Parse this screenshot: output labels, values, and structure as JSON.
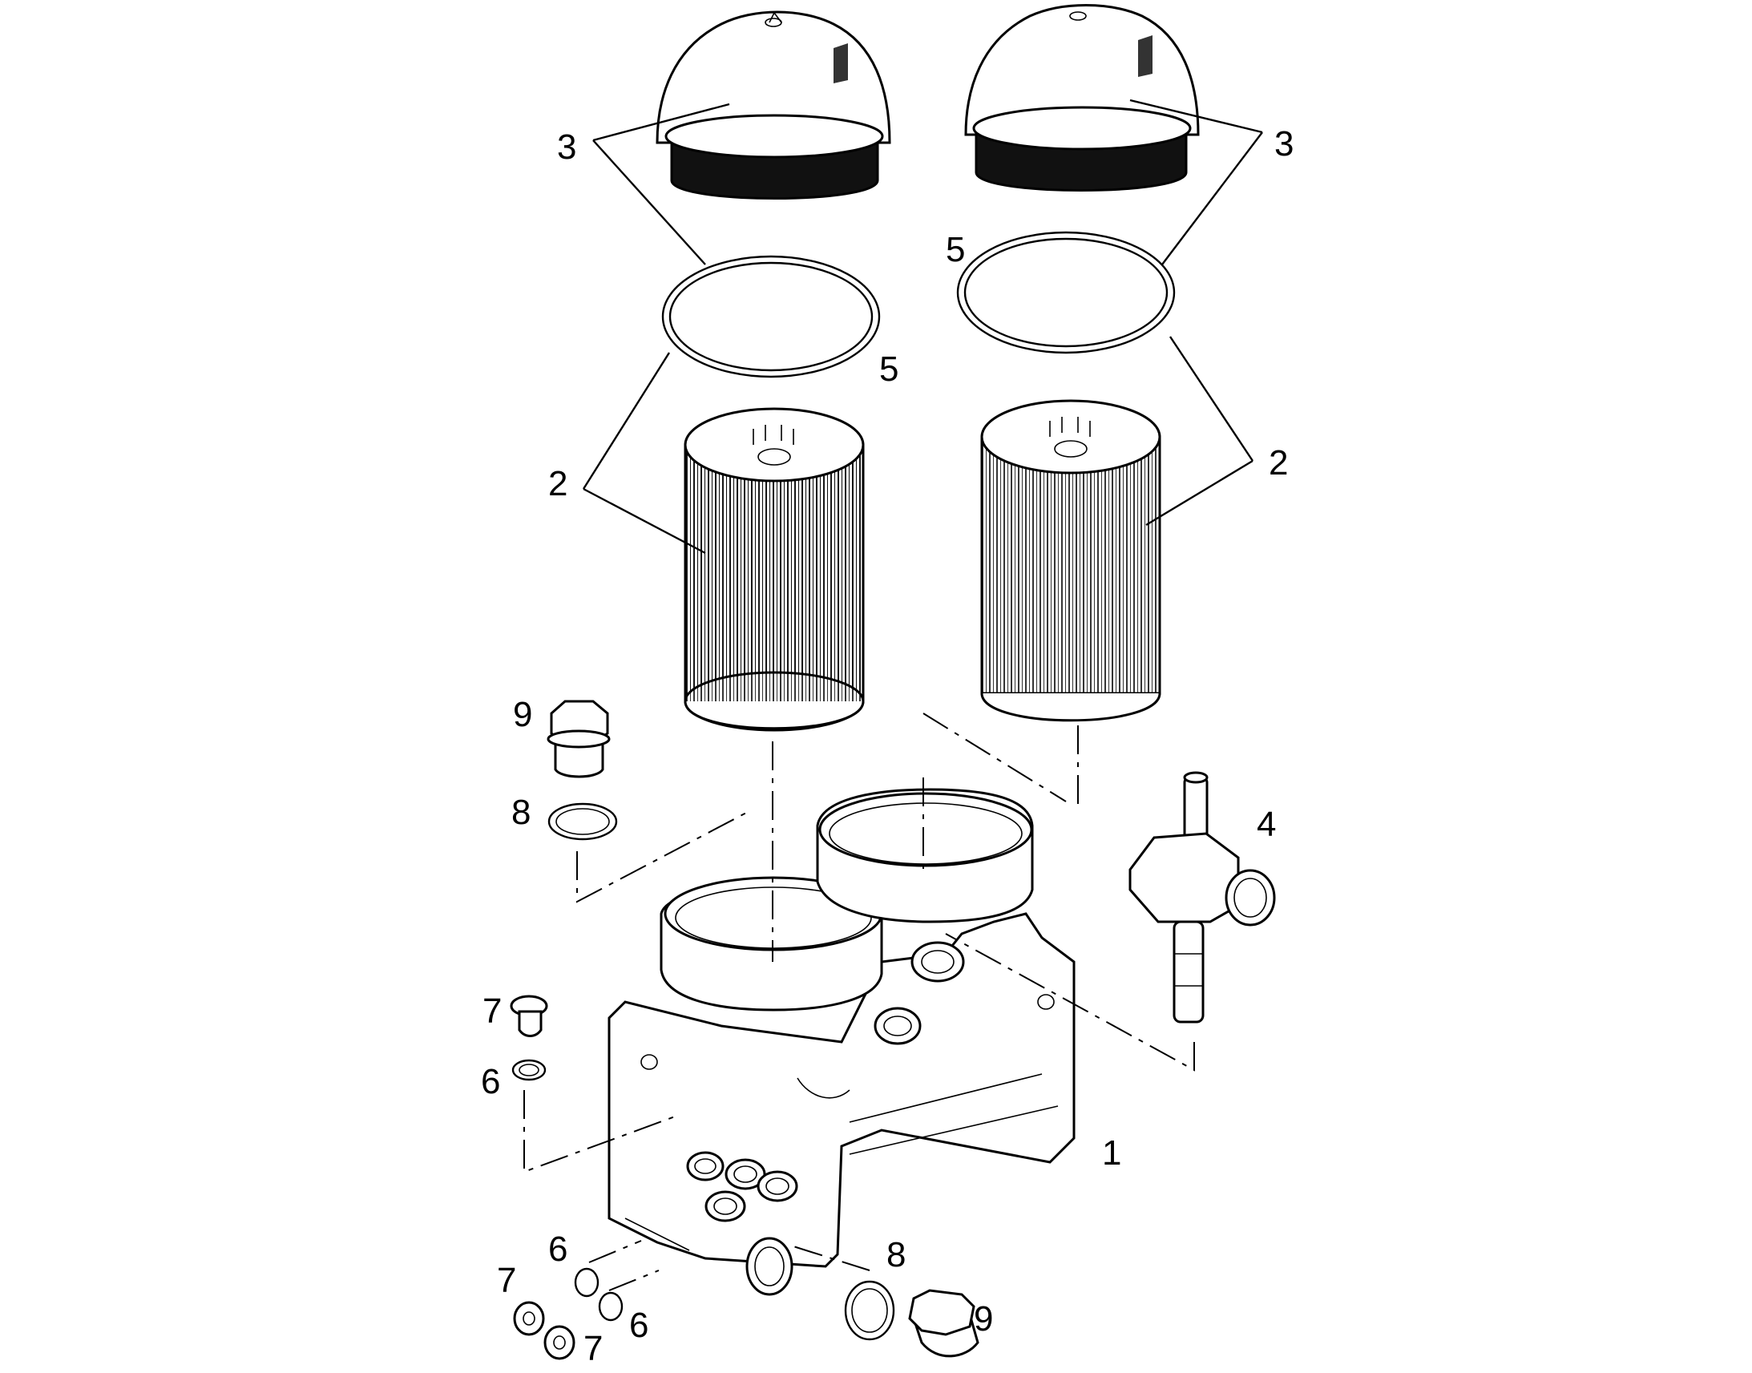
{
  "callouts": [
    {
      "id": "housing",
      "label": "1"
    },
    {
      "id": "filter-left",
      "label": "2"
    },
    {
      "id": "filter-right",
      "label": "2"
    },
    {
      "id": "cover-left",
      "label": "3"
    },
    {
      "id": "cover-right",
      "label": "3"
    },
    {
      "id": "sensor",
      "label": "4"
    },
    {
      "id": "oring-left",
      "label": "5"
    },
    {
      "id": "oring-right",
      "label": "5"
    },
    {
      "id": "washer-side",
      "label": "6"
    },
    {
      "id": "washer-bottom-a",
      "label": "6"
    },
    {
      "id": "washer-bottom-b",
      "label": "6"
    },
    {
      "id": "plug-side",
      "label": "7"
    },
    {
      "id": "plug-bottom-a",
      "label": "7"
    },
    {
      "id": "plug-bottom-b",
      "label": "7"
    },
    {
      "id": "seal-top",
      "label": "8"
    },
    {
      "id": "seal-bottom",
      "label": "8"
    },
    {
      "id": "screw-plug-top",
      "label": "9"
    },
    {
      "id": "screw-plug-bottom",
      "label": "9"
    }
  ]
}
